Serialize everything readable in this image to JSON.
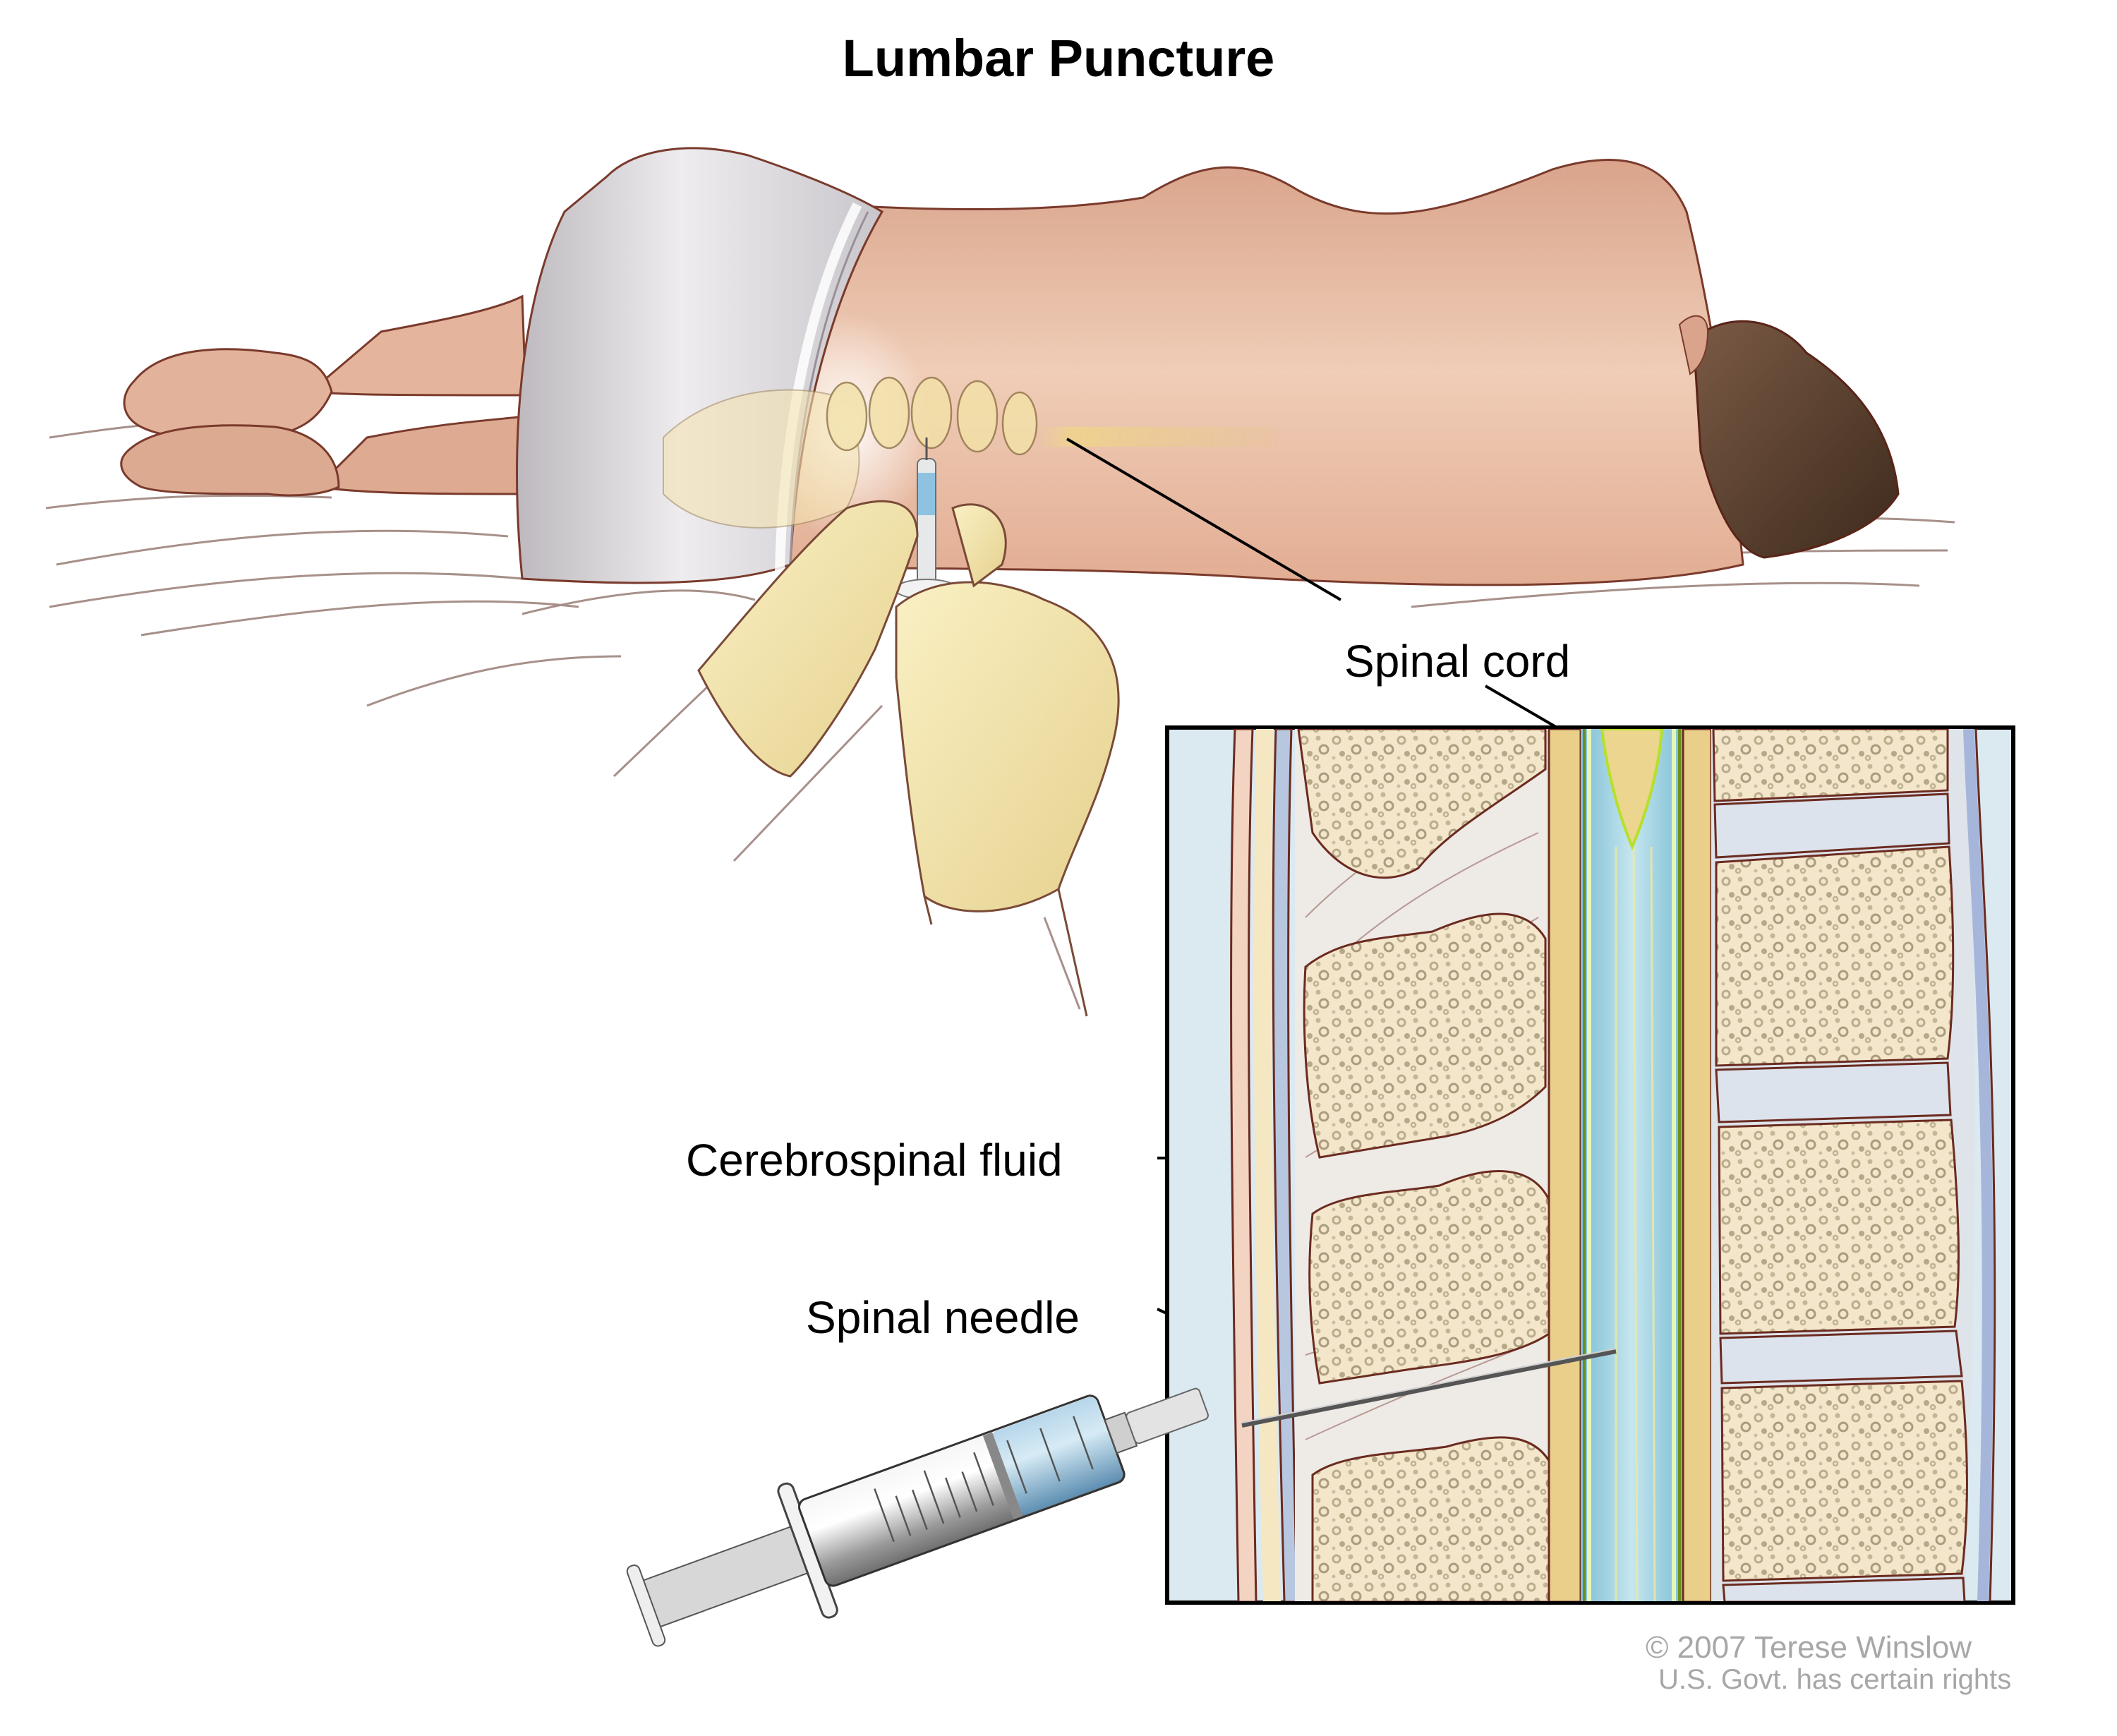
{
  "figure": {
    "title": "Lumbar Puncture",
    "labels": {
      "spinal_cord": "Spinal cord",
      "cerebrospinal_fluid": "Cerebrospinal fluid",
      "spinal_needle": "Spinal needle"
    },
    "credit": {
      "line1": "© 2007 Terese Winslow",
      "line2": "U.S. Govt. has certain rights"
    }
  },
  "scene": {
    "patient_position": "lying on side, knees drawn up",
    "illustration_parts": [
      "patient-body",
      "undergarment",
      "lumbar-vertebrae",
      "spinal-cord-overlay",
      "gloved-hands",
      "small-syringe",
      "bed-sheet"
    ],
    "inset_parts": [
      "vertebral-bodies",
      "intervertebral-discs",
      "spinous-processes",
      "ligaments",
      "spinal-canal",
      "cerebrospinal-fluid",
      "conus-of-spinal-cord",
      "large-syringe",
      "spinal-needle"
    ]
  },
  "colors": {
    "skin": "#e8b9a0",
    "skin_shadow": "#c99079",
    "outline": "#6b2b20",
    "undergarment": "#dcd9de",
    "hair": "#5a4030",
    "glove": "#f1e2a6",
    "bone": "#f6ead2",
    "bone_texture": "#bfb394",
    "disc": "#dfe3ea",
    "csf": "#9fd0e2",
    "cord": "#ead38c",
    "inset_bg": "#dbe9f1",
    "syringe_fluid": "#8fb8d6",
    "credit_text": "#a7a7a7"
  }
}
